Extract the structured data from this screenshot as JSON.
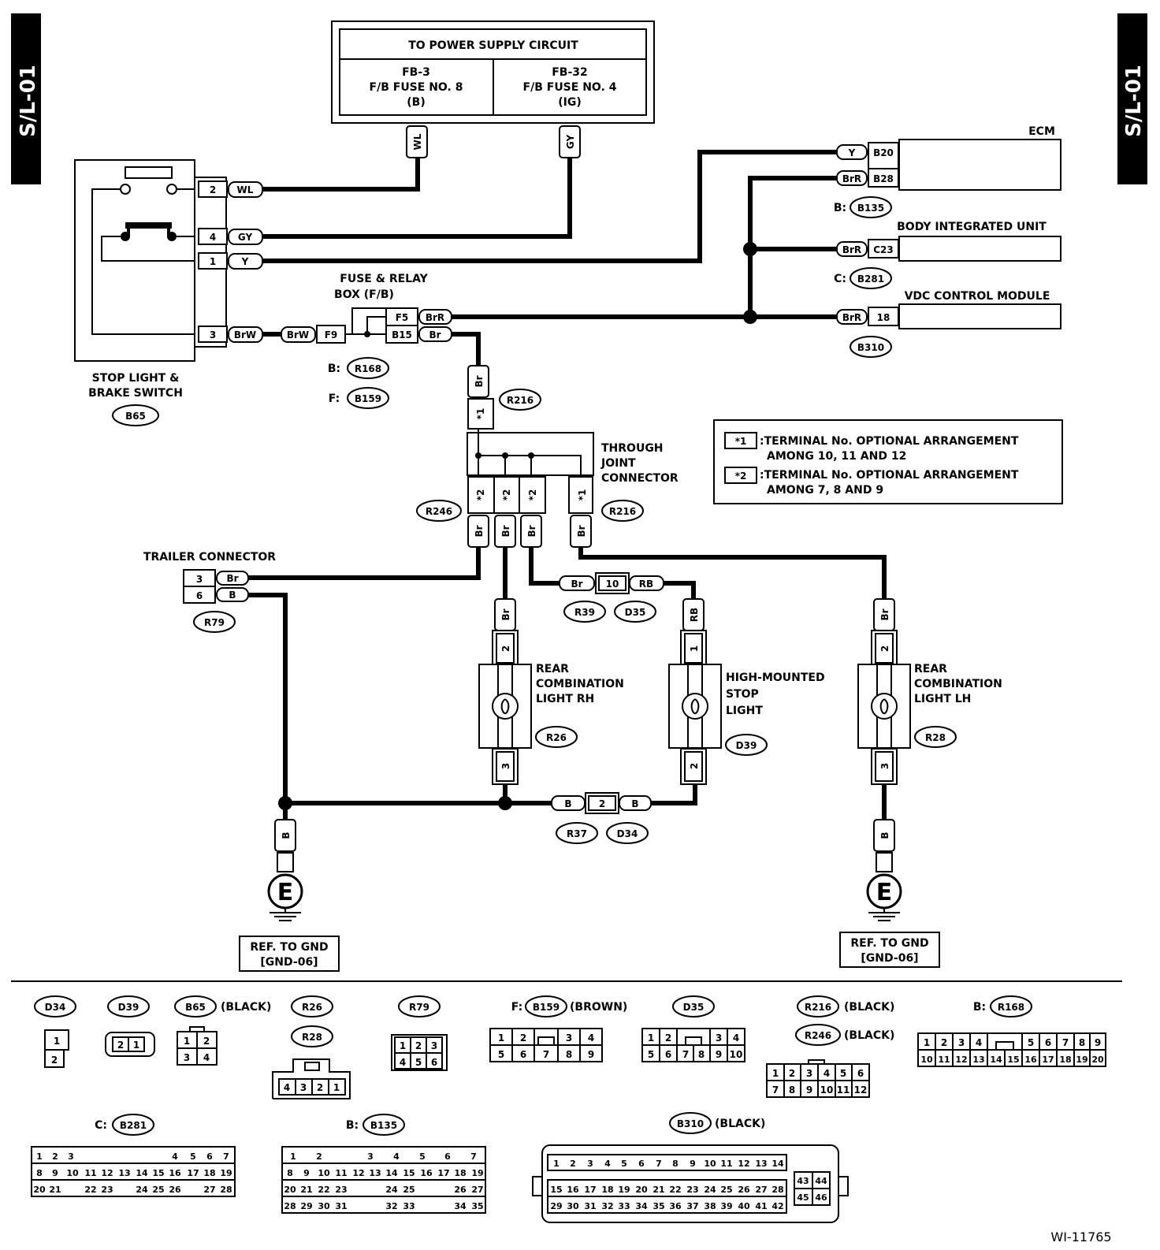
{
  "tabs": {
    "left": "S/L-01",
    "right": "S/L-01"
  },
  "power": {
    "title": "TO POWER SUPPLY CIRCUIT",
    "left": [
      "FB-3",
      "F/B FUSE NO. 8",
      "(B)"
    ],
    "right": [
      "FB-32",
      "F/B FUSE NO. 4",
      "(IG)"
    ],
    "wire_left": "WL",
    "wire_right": "GY"
  },
  "switch": {
    "label1": "STOP LIGHT &",
    "label2": "BRAKE SWITCH",
    "conn": "B65",
    "pins": [
      {
        "pin": "2",
        "color": "WL"
      },
      {
        "pin": "4",
        "color": "GY"
      },
      {
        "pin": "1",
        "color": "Y"
      },
      {
        "pin": "3",
        "color": "BrW"
      }
    ]
  },
  "fb": {
    "label1": "FUSE & RELAY",
    "label2": "BOX (F/B)",
    "in_color": "BrW",
    "pin_f9": "F9",
    "pin_f5": "F5",
    "pin_b15": "B15",
    "col_f5": "BrR",
    "col_b15": "Br",
    "b_prefix": "B:",
    "b_conn": "R168",
    "f_prefix": "F:",
    "f_conn": "B159"
  },
  "ecm": {
    "title": "ECM",
    "pin1_color": "Y",
    "pin1": "B20",
    "pin2_color": "BrR",
    "pin2": "B28",
    "prefix": "B:",
    "conn": "B135"
  },
  "biu": {
    "title": "BODY INTEGRATED UNIT",
    "color": "BrR",
    "pin": "C23",
    "prefix": "C:",
    "conn": "B281"
  },
  "vdc": {
    "title": "VDC CONTROL MODULE",
    "color": "BrR",
    "pin": "18",
    "conn": "B310"
  },
  "jc": {
    "label1": "THROUGH",
    "label2": "JOINT",
    "label3": "CONNECTOR",
    "in_color": "Br",
    "in_pin": "*1",
    "in_conn": "R216",
    "out_pins": [
      "*2",
      "*2",
      "*2"
    ],
    "out_pin_right": "*1",
    "out_conn_left": "R246",
    "out_conn_right": "R216",
    "out_color": "Br"
  },
  "notes": {
    "n1_key": "*1",
    "n1_l1": ":TERMINAL No. OPTIONAL ARRANGEMENT",
    "n1_l2": "AMONG 10, 11 AND 12",
    "n2_key": "*2",
    "n2_l1": ":TERMINAL No. OPTIONAL ARRANGEMENT",
    "n2_l2": "AMONG 7, 8 AND 9"
  },
  "trailer": {
    "title": "TRAILER CONNECTOR",
    "pin1": "3",
    "col1": "Br",
    "pin2": "6",
    "col2": "B",
    "conn": "R79"
  },
  "mid_conn": {
    "left_color": "Br",
    "pin": "10",
    "right_color": "RB",
    "conn1": "R39",
    "conn2": "D35"
  },
  "gnd_conn": {
    "left_color": "B",
    "pin": "2",
    "right_color": "B",
    "conn1": "R37",
    "conn2": "D34"
  },
  "lamp_rh": {
    "l1": "REAR",
    "l2": "COMBINATION",
    "l3": "LIGHT RH",
    "conn": "R26",
    "top_pin": "2",
    "bot_pin": "3",
    "top_color": "Br"
  },
  "lamp_hm": {
    "l1": "HIGH-MOUNTED",
    "l2": "STOP",
    "l3": "LIGHT",
    "conn": "D39",
    "top_pin": "1",
    "bot_pin": "2",
    "top_color": "RB"
  },
  "lamp_lh": {
    "l1": "REAR",
    "l2": "COMBINATION",
    "l3": "LIGHT LH",
    "conn": "R28",
    "top_pin": "2",
    "bot_pin": "3",
    "top_color": "Br",
    "bot_color": "B"
  },
  "ground_left": {
    "color": "B",
    "symbol": "E",
    "ref1": "REF. TO GND",
    "ref2": "[GND-06]"
  },
  "ground_right": {
    "color": "B",
    "symbol": "E",
    "ref1": "REF. TO GND",
    "ref2": "[GND-06]"
  },
  "legend": {
    "d34": "D34",
    "d39": "D39",
    "b65": "B65",
    "b65_note": "(BLACK)",
    "r26": "R26",
    "r28": "R28",
    "r79": "R79",
    "b159_prefix": "F:",
    "b159": "B159",
    "b159_note": "(BROWN)",
    "d35": "D35",
    "r216": "R216",
    "r216_note": "(BLACK)",
    "r246": "R246",
    "r246_note": "(BLACK)",
    "r168_prefix": "B:",
    "r168": "R168",
    "b281_prefix": "C:",
    "b281": "B281",
    "b135_prefix": "B:",
    "b135": "B135",
    "b310": "B310",
    "b310_note": "(BLACK)"
  },
  "figure_id": "WI-11765"
}
